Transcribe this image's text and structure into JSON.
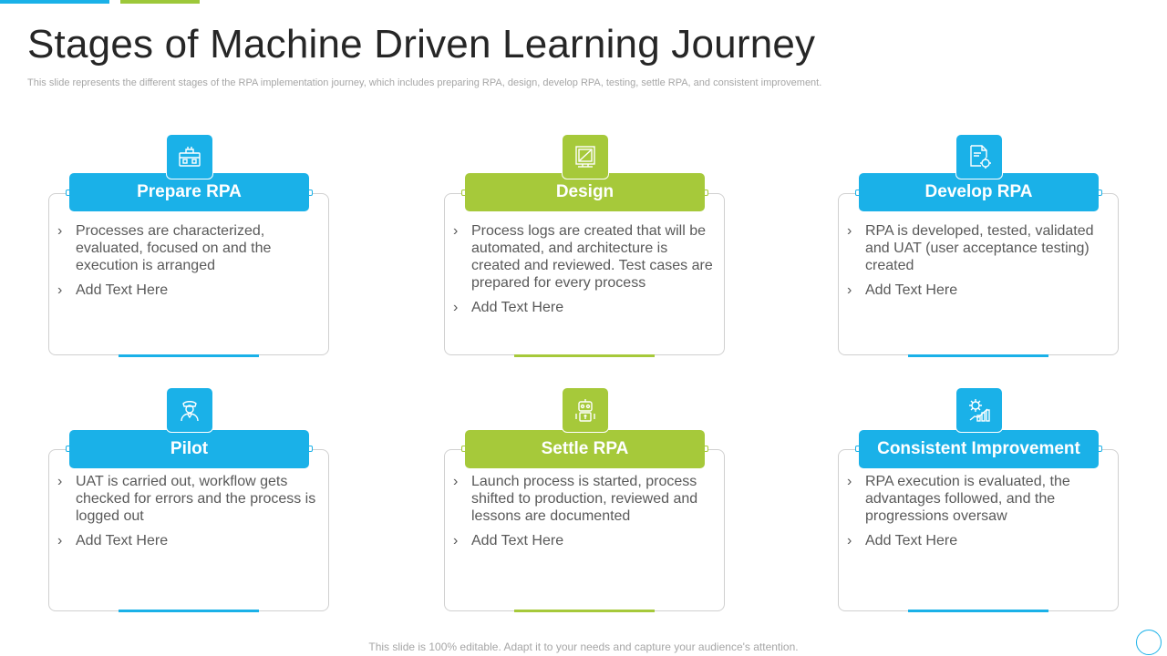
{
  "title": "Stages of Machine Driven Learning Journey",
  "subtitle": "This slide represents the different stages of the RPA implementation journey, which includes preparing RPA, design, develop RPA, testing, settle RPA,  and consistent improvement.",
  "footer": "This slide is 100% editable. Adapt it to your needs and capture your audience's attention.",
  "colors": {
    "blue": "#1ab1e8",
    "green": "#a6c93a"
  },
  "bullet_glyph": "›",
  "cards": [
    {
      "heading": "Prepare RPA",
      "icon": "toolbox-icon",
      "color": "blue",
      "items": [
        "Processes are characterized, evaluated, focused on and the execution is arranged",
        "Add Text Here"
      ]
    },
    {
      "heading": "Design",
      "icon": "design-canvas-icon",
      "color": "green",
      "items": [
        "Process logs are created that will be automated, and architecture is created and reviewed. Test cases are prepared for every process",
        "Add Text Here"
      ]
    },
    {
      "heading": "Develop RPA",
      "icon": "document-gear-icon",
      "color": "blue",
      "items": [
        "RPA is developed, tested, validated and UAT (user acceptance testing) created",
        "Add Text Here"
      ]
    },
    {
      "heading": "Pilot",
      "icon": "pilot-icon",
      "color": "blue",
      "items": [
        "UAT is carried out, workflow gets checked for errors and the process is logged out",
        "Add Text Here"
      ]
    },
    {
      "heading": "Settle RPA",
      "icon": "robot-icon",
      "color": "green",
      "items": [
        "Launch process is started, process shifted to production, reviewed and lessons are documented",
        "Add Text Here"
      ]
    },
    {
      "heading": "Consistent Improvement",
      "icon": "gear-chart-icon",
      "color": "blue",
      "items": [
        "RPA execution is evaluated, the advantages followed, and the progressions oversaw",
        "Add Text Here"
      ]
    }
  ]
}
